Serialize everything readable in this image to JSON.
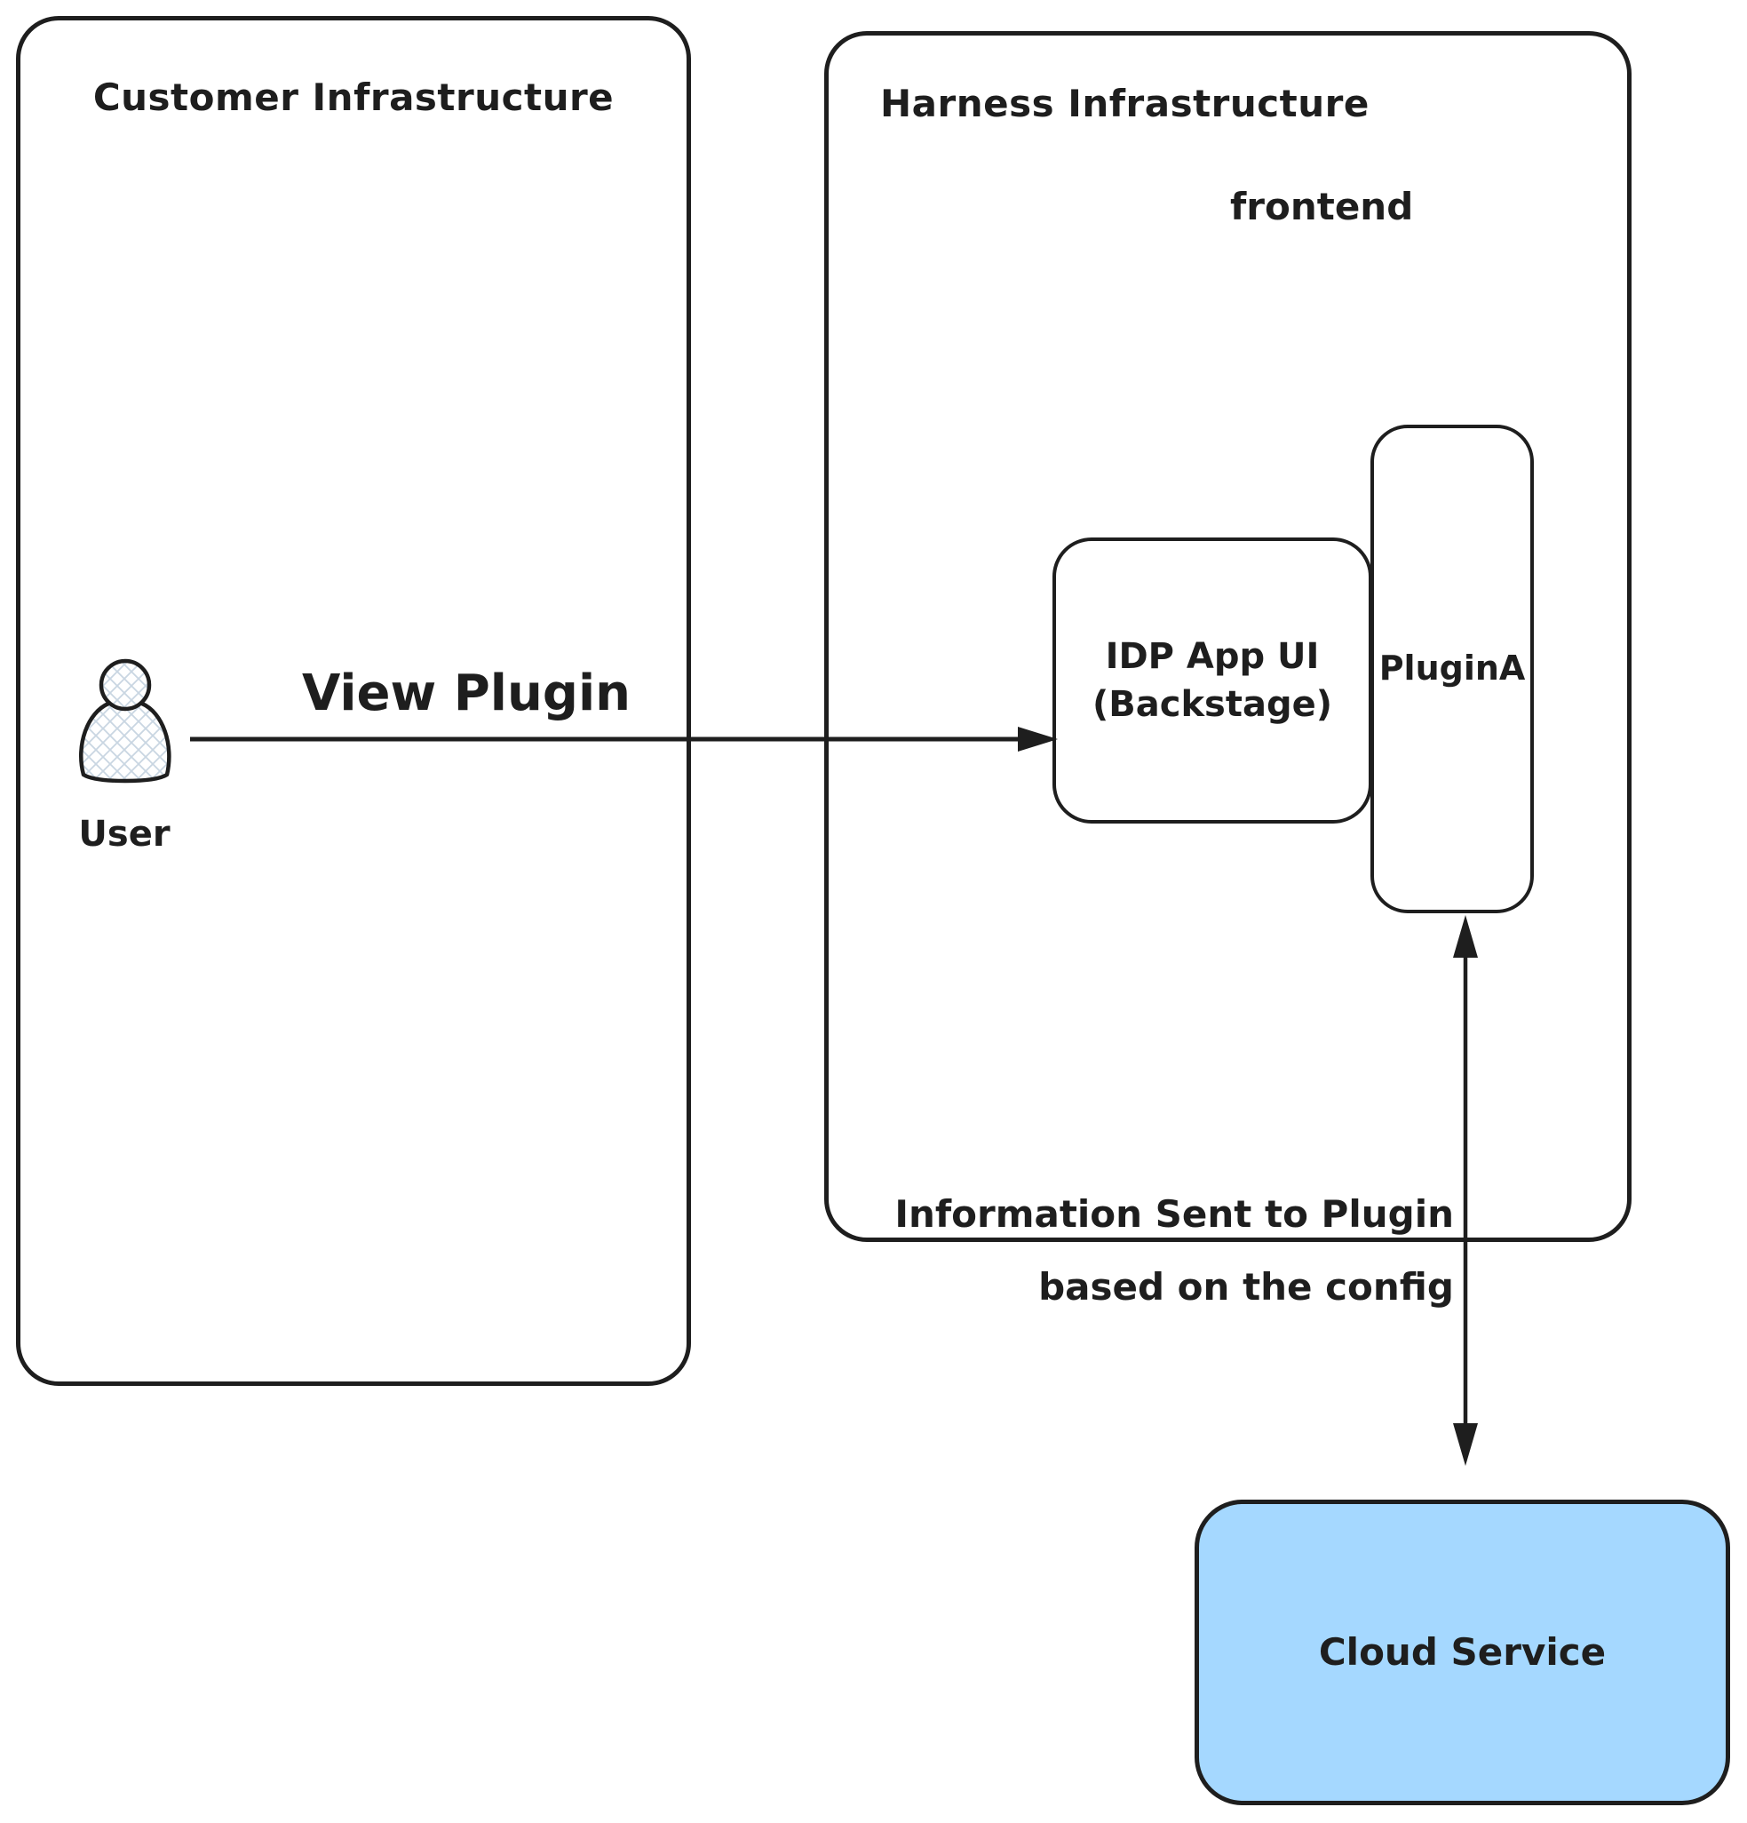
{
  "diagram": {
    "customer_box": {
      "title": "Customer Infrastructure"
    },
    "harness_box": {
      "title": "Harness Infrastructure",
      "frontend_label": "frontend"
    },
    "idp_box": {
      "line1": "IDP App UI",
      "line2": "(Backstage)"
    },
    "plugin_box": {
      "label": "PluginA"
    },
    "cloud_box": {
      "label": "Cloud Service",
      "fill": "#a5d8ff"
    },
    "user": {
      "label": "User"
    },
    "arrows": {
      "view_plugin": {
        "label": "View Plugin"
      },
      "info": {
        "line1": "Information Sent to Plugin",
        "line2": "based on the config"
      }
    },
    "colors": {
      "stroke": "#1e1e1e",
      "cloud_fill": "#a5d8ff",
      "hatch": "#c9d6e2"
    }
  }
}
